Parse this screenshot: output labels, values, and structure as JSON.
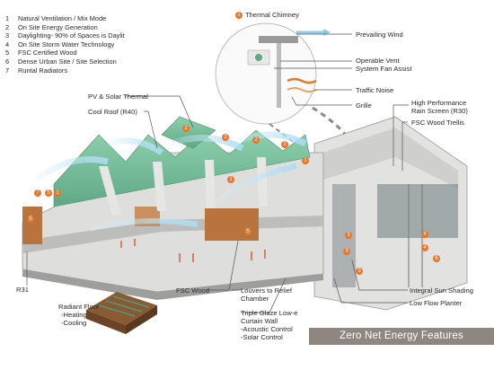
{
  "legend": [
    {
      "num": "1",
      "text": "Natural Ventilation / Mix Mode"
    },
    {
      "num": "2",
      "text": "On Site Energy Generation"
    },
    {
      "num": "3",
      "text": "Daylighting- 90% of Spaces is Daylit"
    },
    {
      "num": "4",
      "text": "On Site Storm Water Technology"
    },
    {
      "num": "5",
      "text": "FSC Certified Wood"
    },
    {
      "num": "6",
      "text": "Dense Urban Site / Site Selection"
    },
    {
      "num": "7",
      "text": "Runtal Radiators"
    }
  ],
  "chimney": {
    "badge": "1",
    "title": "Thermal Chimney"
  },
  "callouts": {
    "prevailing_wind": "Prevailing Wind",
    "operable_vent": "Operable Vent",
    "system_fan": "System Fan Assist",
    "traffic_noise": "Traffic Noise",
    "grille": "Grille",
    "pv_solar": "PV & Solar Thermal",
    "cool_roof": "Cool Roof (R40)",
    "rain_screen_1": "High Performance",
    "rain_screen_2": "Rain Screen (R30)",
    "fsc_trellis": "FSC Wood Trellis",
    "r31": "R31",
    "fsc_wood": "FSC Wood",
    "louvers_1": "Louvers to Relief",
    "louvers_2": "Chamber",
    "integral_sun": "Integral Sun Shading",
    "low_flow": "Low Flow Planter",
    "triple_1": "Triple Glaze Low-e",
    "triple_2": "Curtain Wall",
    "triple_3": "-Acoustic Control",
    "triple_4": "-Solar Control"
  },
  "radiant": {
    "title": "Radiant Floor",
    "line1": "-Heating",
    "line2": "-Cooling"
  },
  "markers": [
    "2",
    "2",
    "2",
    "2",
    "1",
    "1",
    "7",
    "5",
    "1",
    "5",
    "3",
    "4",
    "3",
    "4",
    "6",
    "5",
    "3"
  ],
  "banner": "Zero Net Energy Features",
  "colors": {
    "accent": "#e8762b",
    "roof": "#7fc4a2",
    "wall": "#d8d8d6",
    "wood": "#b8743c",
    "air": "#bfe3f2",
    "banner": "#8f8680"
  }
}
